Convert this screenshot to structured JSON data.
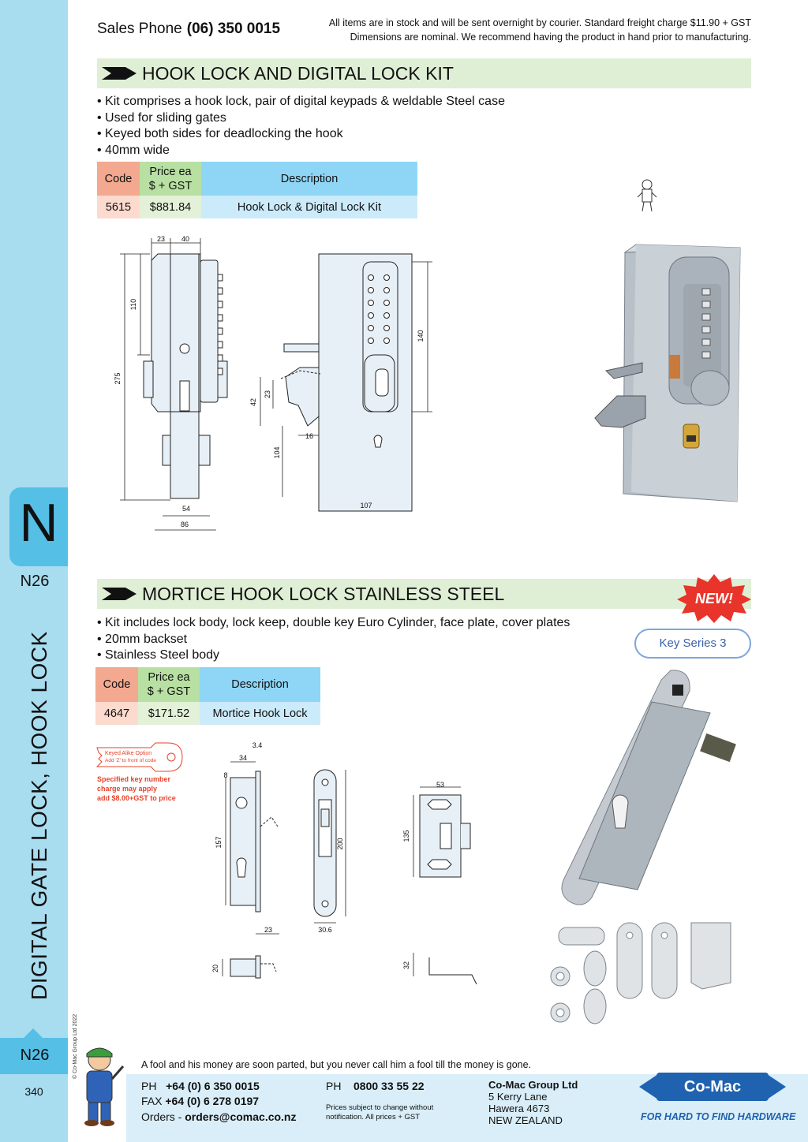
{
  "header": {
    "sales_label": "Sales Phone",
    "sales_phone": "(06) 350 0015",
    "notice_line1": "All items are in stock and will be sent overnight by courier. Standard freight charge $11.90 + GST",
    "notice_line2": "Dimensions are nominal. We recommend having the product in hand prior to manufacturing."
  },
  "sidebar": {
    "section_letter": "N",
    "page_code_top": "N26",
    "vertical_title": "DIGITAL GATE LOCK, HOOK LOCK",
    "copyright": "© Co-Mac Group Ltd 2022",
    "page_code_bottom": "N26",
    "page_number": "340"
  },
  "products": [
    {
      "title": "HOOK LOCK AND DIGITAL LOCK KIT",
      "bullets": [
        "Kit comprises a hook lock, pair of digital keypads & weldable Steel case",
        "Used for sliding gates",
        "Keyed both sides for deadlocking the hook",
        "40mm wide"
      ],
      "table": {
        "headers": [
          "Code",
          "Price ea\n$ + GST",
          "Description"
        ],
        "header_price_l1": "Price ea",
        "header_price_l2": "$ + GST",
        "rows": [
          [
            "5615",
            "$881.84",
            "Hook Lock & Digital Lock Kit"
          ]
        ]
      },
      "dims": [
        "23",
        "40",
        "110",
        "275",
        "54",
        "86",
        "42",
        "23",
        "104",
        "16",
        "140",
        "107"
      ]
    },
    {
      "title": "MORTICE HOOK LOCK STAINLESS STEEL",
      "badge": "NEW!",
      "key_series": "Key Series 3",
      "bullets": [
        "Kit includes lock body, lock keep, double key Euro Cylinder, face plate, cover plates",
        "20mm backset",
        "Stainless Steel body"
      ],
      "table": {
        "header_price_l1": "Price ea",
        "header_price_l2": "$ + GST",
        "rows": [
          [
            "4647",
            "$171.52",
            "Mortice Hook Lock"
          ]
        ]
      },
      "keyed_alike_l1": "Keyed Alike Option",
      "keyed_alike_l2": "Add 'Z' to front of code",
      "keyed_note_l1": "Specified key number",
      "keyed_note_l2": "charge may apply",
      "keyed_note_l3": "add $8.00+GST to price",
      "dims": [
        "3.4",
        "34",
        "8",
        "157",
        "23",
        "200",
        "30.6",
        "53",
        "135",
        "20",
        "32"
      ]
    }
  ],
  "footer": {
    "quote": "A fool and his money are soon parted, but you never call him a fool till the money is gone.",
    "ph_label": "PH",
    "ph": "+64 (0) 6 350 0015",
    "fax_label": "FAX",
    "fax": "+64 (0) 6 278 0197",
    "orders_label": "Orders -",
    "orders": "orders@comac.co.nz",
    "ph2_label": "PH",
    "ph2": "0800 33 55 22",
    "prices_note_l1": "Prices subject to change without",
    "prices_note_l2": "notification. All prices + GST",
    "company": "Co-Mac Group Ltd",
    "address_l1": "5 Kerry Lane",
    "address_l2": "Hawera 4673",
    "address_l3": "NEW ZEALAND",
    "logo_text": "Co-Mac",
    "tagline": "FOR HARD TO FIND HARDWARE"
  },
  "colors": {
    "sidebar": "#a8dcef",
    "tab": "#55bfe6",
    "section_bar": "#dfefd5",
    "code_header": "#f3a98f",
    "price_header": "#b8e0a2",
    "desc_header": "#8fd6f6",
    "badge_red": "#e8342a",
    "brand_blue": "#1f62b0"
  }
}
